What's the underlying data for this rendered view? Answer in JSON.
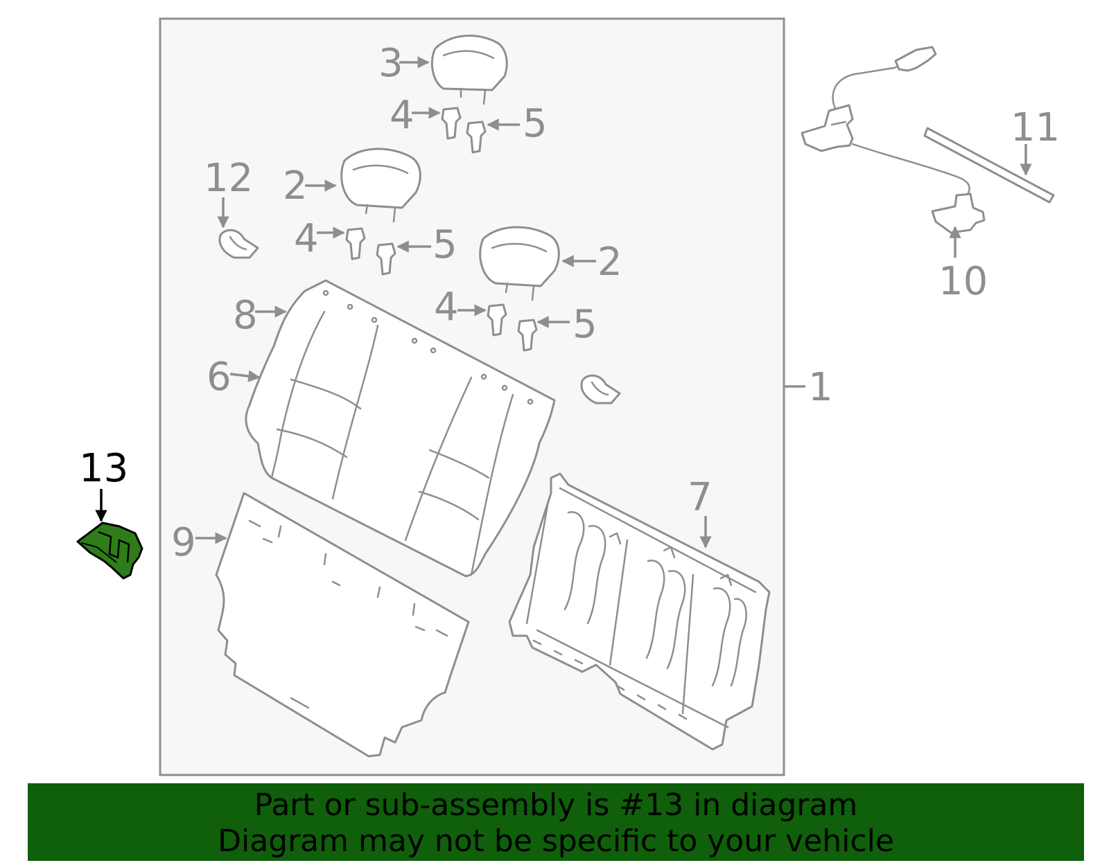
{
  "diagram": {
    "callouts": [
      "1",
      "2",
      "2",
      "3",
      "4",
      "4",
      "4",
      "5",
      "5",
      "5",
      "6",
      "7",
      "8",
      "9",
      "10",
      "11",
      "12",
      "13"
    ],
    "highlighted_part": "13",
    "colors": {
      "line": "#8e8e8e",
      "panel_bg": "#f7f7f7",
      "highlight": "#2f7d1a",
      "banner_bg": "#0f5f0b"
    }
  },
  "banner": {
    "line1": "Part or sub-assembly is #13 in diagram",
    "line2": "Diagram may not be specific to your vehicle"
  }
}
